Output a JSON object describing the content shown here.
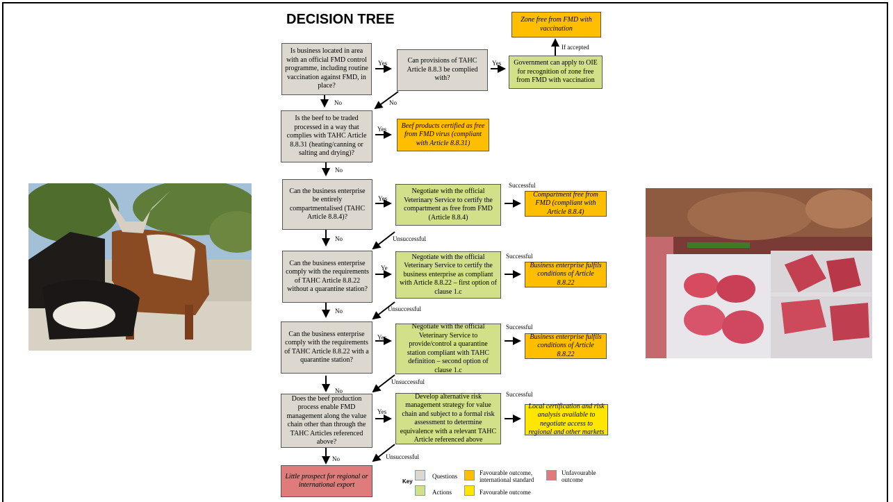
{
  "title": "DECISION TREE",
  "questions": {
    "q1": "Is business located in area with an official FMD control programme, including routine vaccination against FMD, in place?",
    "q2": "Is the beef to be traded processed in a way that complies with TAHC Article 8.8.31 (heating/canning or salting and drying)?",
    "q3": "Can the business enterprise be entirely compartmentalised (TAHC Article 8.8.4)?",
    "q4": "Can the business enterprise comply with the requirements of TAHC Article 8.8.22 without a quarantine station?",
    "q5": "Can the business enterprise comply with the requirements of TAHC Article 8.8.22 with a quarantine station?",
    "q6": "Does the beef production process enable FMD management along the value chain other than through the TAHC Articles referenced above?"
  },
  "actions": {
    "a1": "Can provisions of TAHC Article 8.8.3 be complied with?",
    "a1b": "Government can apply to OIE for recognition of zone free from FMD with vaccination",
    "a3": "Negotiate with the official Veterinary Service to certify the compartment as free from FMD (Article 8.8.4)",
    "a4": "Negotiate with the official Veterinary Service to certify the business enterprise as compliant with Article 8.8.22 – first option of clause 1.c",
    "a5": "Negotiate with the official Veterinary Service to provide/control a quarantine station compliant with TAHC definition – second option of clause 1.c",
    "a6": "Develop alternative risk management strategy for value chain and subject to a formal risk assessment to determine equivalence with a relevant TAHC Article referenced above"
  },
  "outcomes": {
    "zone": "Zone free from FMD with vaccination",
    "beef": "Beef products certified as free from FMD virus (compliant with Article 8.8.31)",
    "compartment": "Compartment free from FMD (compliant with Article 8.8.4)",
    "fulfil1": "Business enterprise fulfils conditions of Article 8.8.22",
    "fulfil2": "Business enterprise fulfils conditions of Article 8.8.22",
    "local": "Local certification and risk analysis available to negotiate access to regional and other markets",
    "little": "Little prospect for regional or international export"
  },
  "labels": {
    "yes": "Yes",
    "yes_cut": "Ye",
    "no": "No",
    "if_accepted": "If accepted",
    "successful": "Successful",
    "unsuccessful": "Unsuccessful"
  },
  "key": {
    "title": "Key",
    "questions": "Questions",
    "actions": "Actions",
    "fav_intl": "Favourable outcome, international standard",
    "fav": "Favourable outcome",
    "unfav": "Unfavourable outcome"
  },
  "colors": {
    "question": "#ddd8cf",
    "action": "#d3e08a",
    "favourable_international": "#ffbe00",
    "favourable": "#ffe600",
    "unfavourable": "#df7b7b"
  }
}
